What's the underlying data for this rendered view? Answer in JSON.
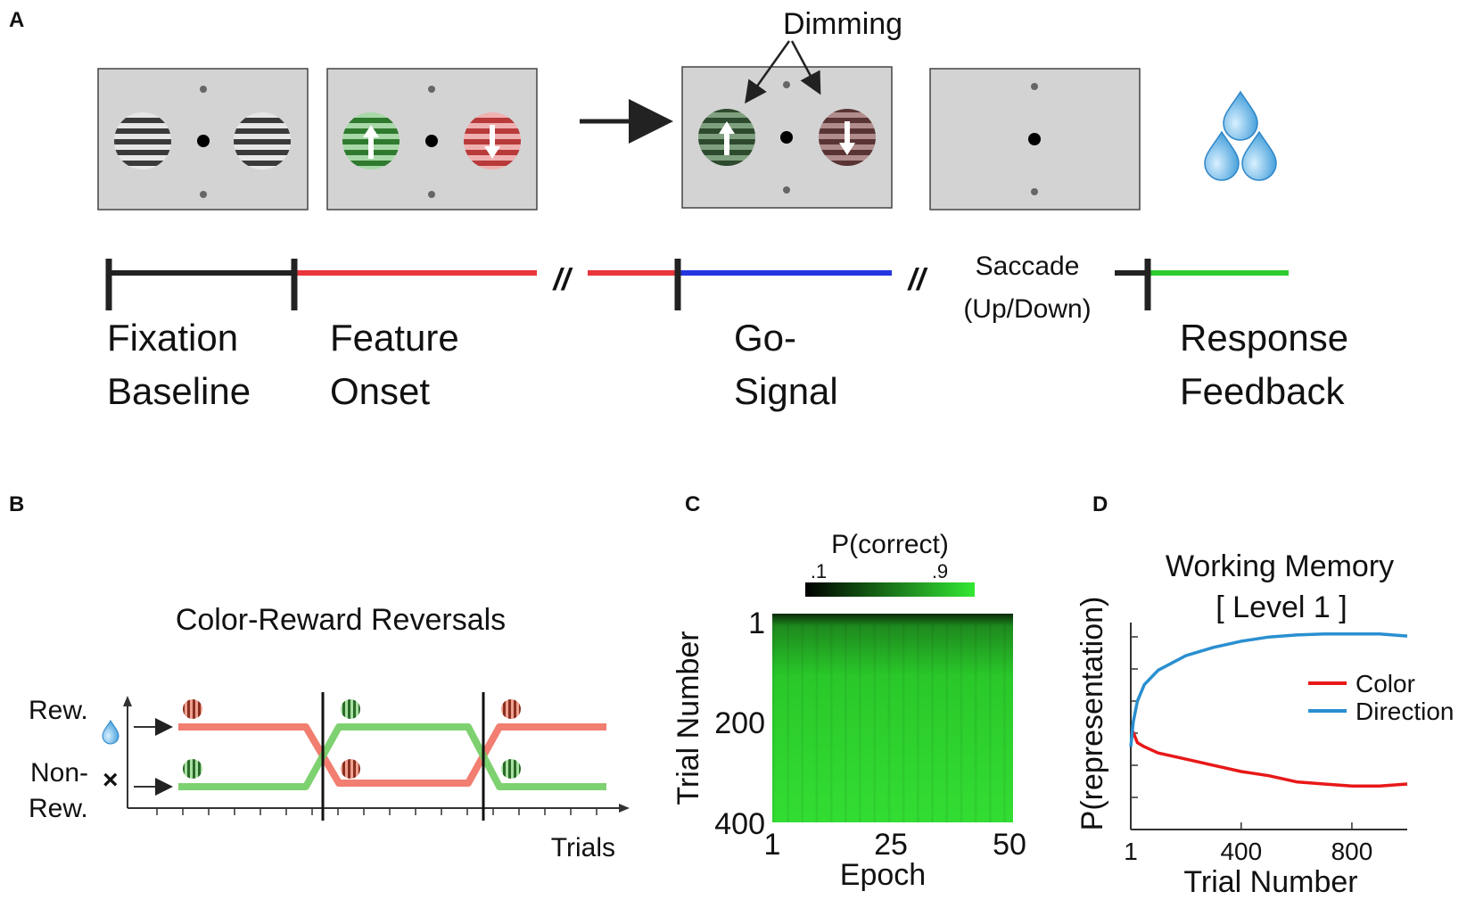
{
  "panels": {
    "a": "A",
    "b": "B",
    "c": "C",
    "d": "D"
  },
  "panel_a": {
    "dimming_label": "Dimming",
    "saccade_label_line1": "Saccade",
    "saccade_label_line2": "(Up/Down)",
    "break_mark": "//",
    "epochs": [
      {
        "line1": "Fixation",
        "line2": "Baseline"
      },
      {
        "line1": "Feature",
        "line2": "Onset"
      },
      {
        "line1": "Go-",
        "line2": "Signal"
      },
      {
        "line1": "Response",
        "line2": "Feedback"
      }
    ],
    "colors": {
      "fixation": "#222222",
      "feature": "#e8363c",
      "go": "#2436e0",
      "feedback": "#2ecc2e",
      "screen": "#d3d3d3"
    }
  },
  "panel_b": {
    "title": "Color-Reward Reversals",
    "y_top": "Rew.",
    "y_bottom_line1": "Non-",
    "y_bottom_line2": "Rew.",
    "xlabel": "Trials"
  },
  "panel_c": {
    "colorbar_title": "P(correct)",
    "colorbar_min": ".1",
    "colorbar_max": ".9",
    "ylabel": "Trial Number",
    "xlabel": "Epoch",
    "yticks": [
      "1",
      "200",
      "400"
    ],
    "xticks": [
      "1",
      "25",
      "50"
    ]
  },
  "chart_data": {
    "type": "line",
    "title": "Working Memory [ Level 1 ]",
    "title_line1": "Working Memory",
    "title_line2": "[ Level 1 ]",
    "xlabel": "Trial Number",
    "ylabel": "P(representation)",
    "xlim": [
      1,
      1000
    ],
    "ylim": [
      0,
      1
    ],
    "xticks": [
      "1",
      "400",
      "800"
    ],
    "legend_position": "right",
    "series": [
      {
        "name": "Color",
        "color": "#e81818",
        "x": [
          1,
          10,
          25,
          50,
          100,
          200,
          300,
          400,
          500,
          600,
          700,
          800,
          900,
          1000
        ],
        "y": [
          0.46,
          0.47,
          0.42,
          0.4,
          0.37,
          0.34,
          0.31,
          0.28,
          0.26,
          0.23,
          0.22,
          0.21,
          0.21,
          0.22
        ]
      },
      {
        "name": "Direction",
        "color": "#2a8fd0",
        "x": [
          1,
          10,
          25,
          50,
          100,
          200,
          300,
          400,
          500,
          600,
          700,
          800,
          900,
          1000
        ],
        "y": [
          0.4,
          0.52,
          0.62,
          0.7,
          0.77,
          0.84,
          0.88,
          0.91,
          0.93,
          0.94,
          0.945,
          0.945,
          0.945,
          0.935
        ]
      }
    ]
  }
}
